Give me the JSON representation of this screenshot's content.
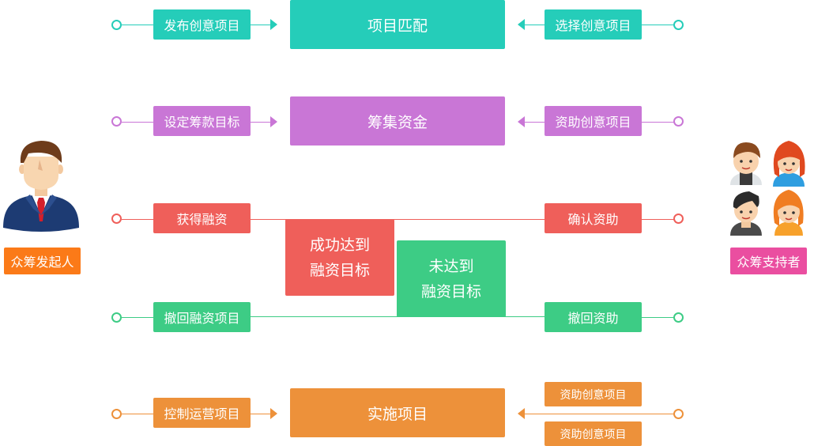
{
  "colors": {
    "teal": "#25cdb9",
    "purple": "#c976d6",
    "red": "#ef5f5a",
    "green": "#3dcc85",
    "orange": "#ed913a",
    "initiator_tag": "#fb7a18",
    "supporter_tag": "#ea4ea0"
  },
  "actors": {
    "initiator_label": "众筹发起人",
    "supporter_label": "众筹支持者"
  },
  "row1": {
    "left": "发布创意项目",
    "center": "项目匹配",
    "right": "选择创意项目"
  },
  "row2": {
    "left": "设定筹款目标",
    "center": "筹集资金",
    "right": "资助创意项目"
  },
  "row3": {
    "left": "获得融资",
    "right": "确认资助"
  },
  "success": {
    "line1": "成功达到",
    "line2": "融资目标"
  },
  "fail": {
    "line1": "未达到",
    "line2": "融资目标"
  },
  "row4": {
    "left": "撤回融资项目",
    "right": "撤回资助"
  },
  "row5": {
    "left": "控制运营项目",
    "center": "实施项目",
    "right_top": "资助创意项目",
    "right_bottom": "资助创意项目"
  }
}
